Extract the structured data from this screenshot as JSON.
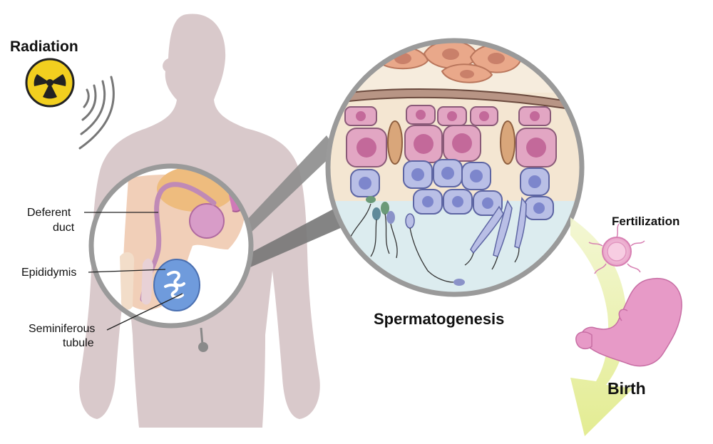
{
  "labels": {
    "radiation": "Radiation",
    "deferent_duct_line1": "Deferent",
    "deferent_duct_line2": "duct",
    "epididymis": "Epididymis",
    "seminiferous_line1": "Seminiferous",
    "seminiferous_line2": "tubule",
    "spermatogenesis": "Spermatogenesis",
    "fertilization": "Fertilization",
    "birth": "Birth"
  },
  "colors": {
    "silhouette": "#d9c9cb",
    "magnifier_ring": "#9a9a9a",
    "tissue_bg": "#f4e6d2",
    "lumen": "#dcecef",
    "spermatogonia": "#b9bfe6",
    "spermatocyte": "#e2a6c3",
    "sertoli": "#d9a67a",
    "radiation_yellow": "#f2cf1f",
    "arrow_green": "#e3ec95",
    "fetus_pink": "#e79ac7",
    "testis_blue": "#6f9bdc"
  }
}
